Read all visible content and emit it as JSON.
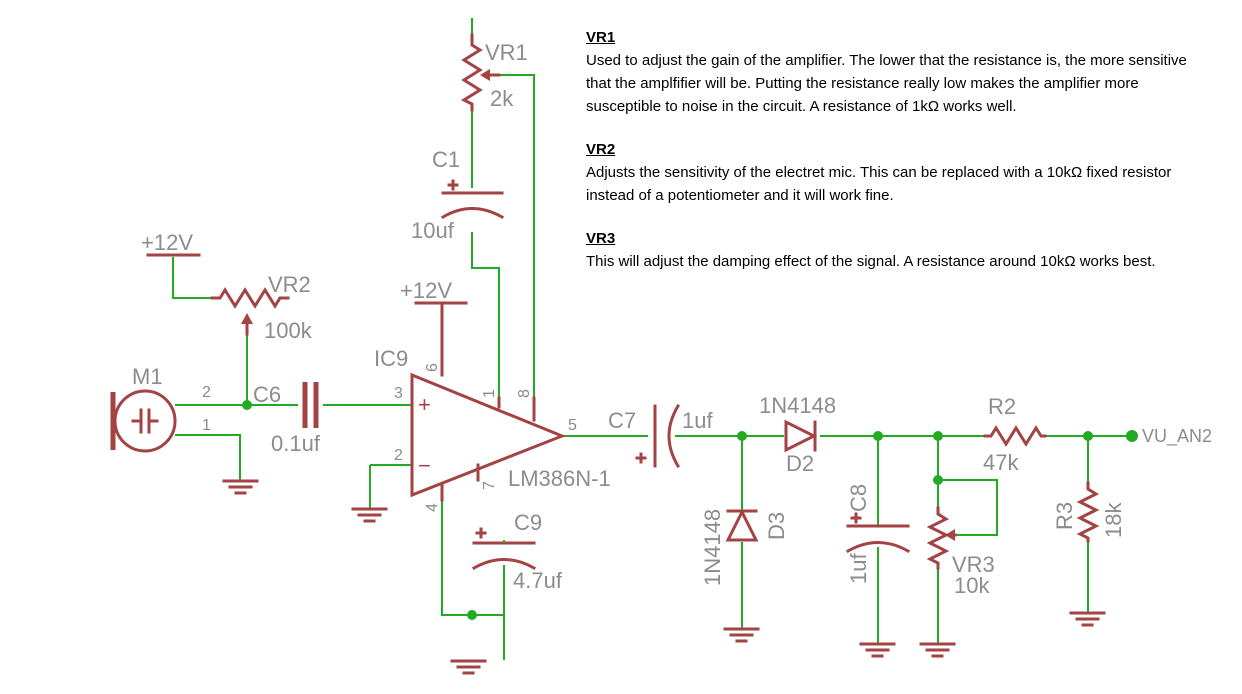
{
  "components": {
    "vr1": {
      "name": "VR1",
      "value": "2k"
    },
    "c1": {
      "name": "C1",
      "value": "10uf"
    },
    "vr2": {
      "name": "VR2",
      "value": "100k"
    },
    "m1": {
      "name": "M1"
    },
    "c6": {
      "name": "C6",
      "value": "0.1uf"
    },
    "ic9": {
      "name": "IC9",
      "part": "LM386N-1"
    },
    "c9": {
      "name": "C9",
      "value": "4.7uf"
    },
    "c7": {
      "name": "C7",
      "value": "1uf"
    },
    "d2": {
      "name": "D2",
      "part": "1N4148"
    },
    "d3": {
      "name": "D3",
      "part": "1N4148"
    },
    "c8": {
      "name": "C8",
      "value": "1uf"
    },
    "vr3": {
      "name": "VR3",
      "value": "10k"
    },
    "r2": {
      "name": "R2",
      "value": "47k"
    },
    "r3": {
      "name": "R3",
      "value": "18k"
    }
  },
  "supplies": {
    "v12_a": "+12V",
    "v12_b": "+12V"
  },
  "net_label": "VU_AN2",
  "pins": {
    "m1_p2": "2",
    "m1_p1": "1",
    "ic_p3": "3",
    "ic_p2": "2",
    "ic_p6": "6",
    "ic_p1": "1",
    "ic_p8": "8",
    "ic_p5": "5",
    "ic_p4": "4",
    "ic_p7": "7"
  },
  "op_signs": {
    "plus": "+",
    "minus": "−"
  },
  "notes": [
    {
      "heading": "VR1",
      "text": "Used to adjust the gain of the amplifier. The lower that the resistance is, the more sensitive that the amplfifier will be. Putting the resistance really low makes the amplifier more susceptible to noise in the circuit. A resistance of 1kΩ works well."
    },
    {
      "heading": "VR2",
      "text": "Adjusts the sensitivity of the electret mic. This can be replaced with a 10kΩ fixed resistor instead of a potentiometer and it will work fine."
    },
    {
      "heading": "VR3",
      "text": "This will adjust the damping effect of the signal. A resistance around 10kΩ works best."
    }
  ]
}
